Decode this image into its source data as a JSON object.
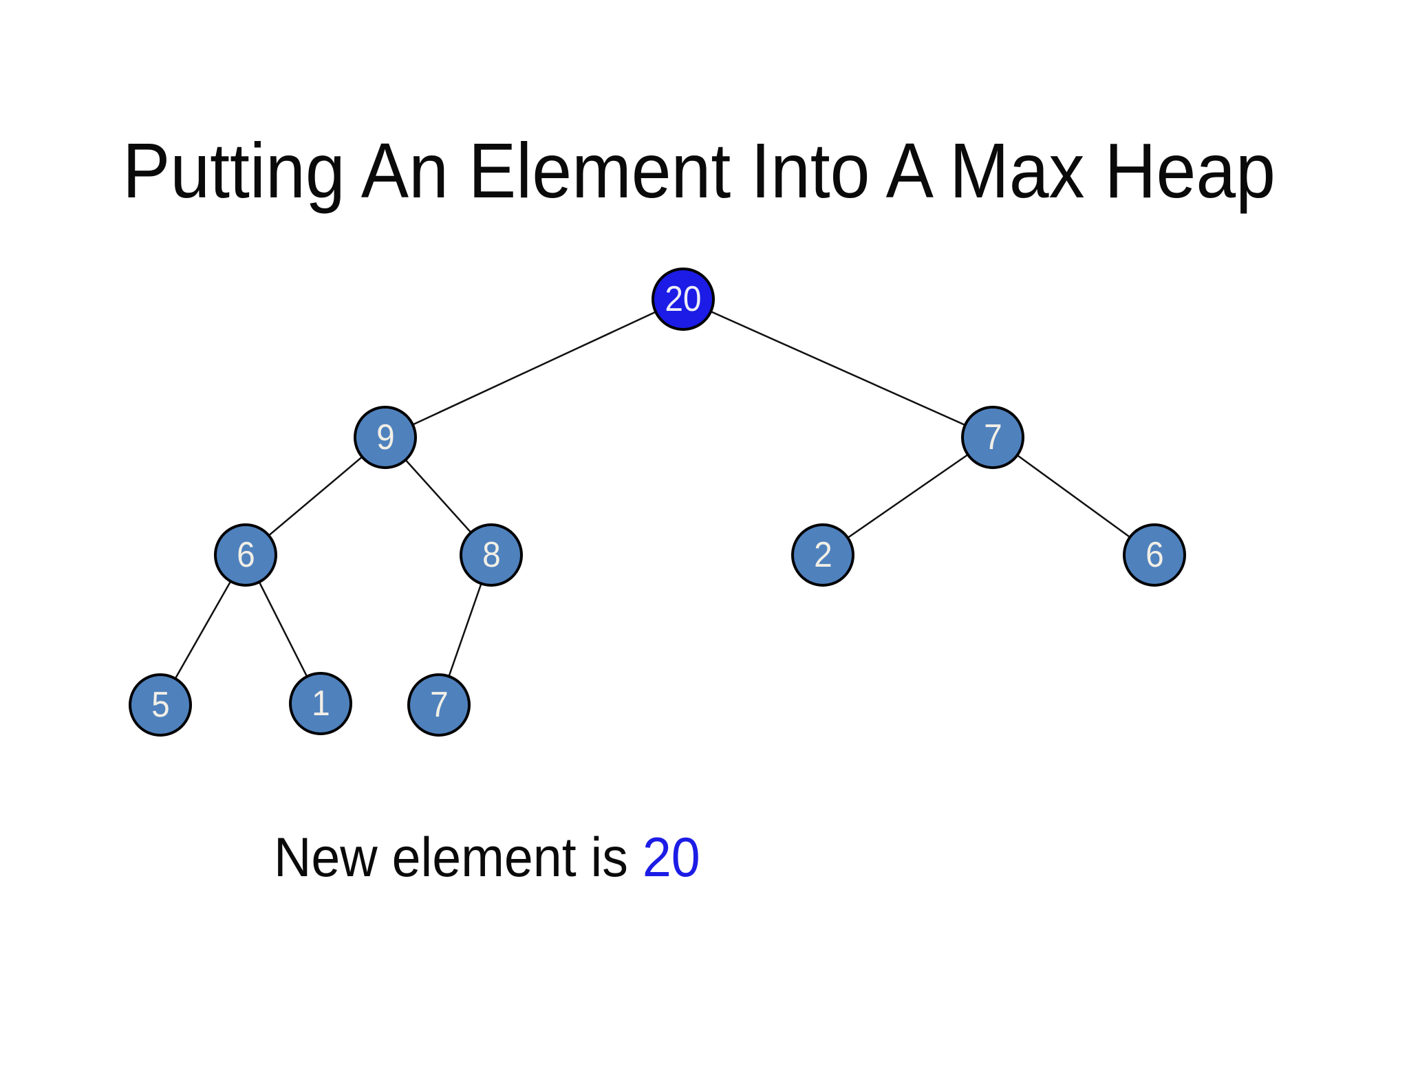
{
  "slide": {
    "title": "Putting An Element Into A Max Heap",
    "caption": {
      "prefix": "New element is ",
      "value": "20"
    }
  },
  "colors": {
    "background": "#ffffff",
    "title_text": "#0a0a0a",
    "node_fill": "#4f81bd",
    "node_border": "#000000",
    "node_text": "#f2efe6",
    "highlight_fill": "#1c1ce6",
    "highlight_text": "#eeeef8",
    "caption_highlight": "#1c1ce6",
    "edge_stroke": "#111111"
  },
  "tree": {
    "kind": "max-heap binary tree",
    "highlighted_node": "20",
    "nodes": [
      {
        "id": "root",
        "value": "20",
        "parent": null,
        "highlighted": true
      },
      {
        "id": "L",
        "value": "9",
        "parent": "root",
        "highlighted": false
      },
      {
        "id": "R",
        "value": "7",
        "parent": "root",
        "highlighted": false
      },
      {
        "id": "LL",
        "value": "6",
        "parent": "L",
        "highlighted": false
      },
      {
        "id": "LR",
        "value": "8",
        "parent": "L",
        "highlighted": false
      },
      {
        "id": "RL",
        "value": "2",
        "parent": "R",
        "highlighted": false
      },
      {
        "id": "RR",
        "value": "6",
        "parent": "R",
        "highlighted": false
      },
      {
        "id": "LLL",
        "value": "5",
        "parent": "LL",
        "highlighted": false
      },
      {
        "id": "LLR",
        "value": "1",
        "parent": "LL",
        "highlighted": false
      },
      {
        "id": "LRL",
        "value": "7",
        "parent": "LR",
        "highlighted": false
      }
    ]
  }
}
